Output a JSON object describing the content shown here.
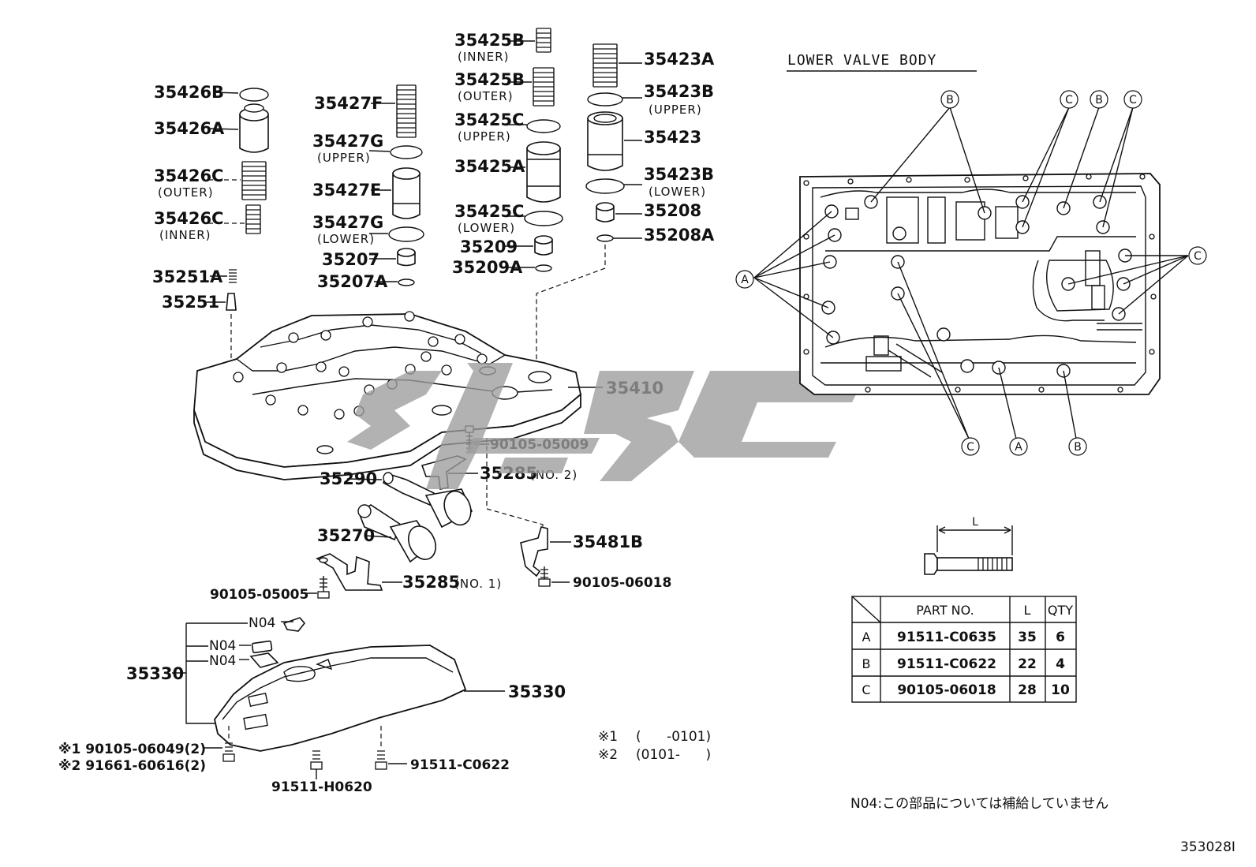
{
  "parts": {
    "p35426B": "35426B",
    "p35426A": "35426A",
    "p35426C_outer": "35426C",
    "p35426C_outer_sub": "(OUTER)",
    "p35426C_inner": "35426C",
    "p35426C_inner_sub": "(INNER)",
    "p35251A": "35251A",
    "p35251": "35251",
    "p35427F": "35427F",
    "p35427G_upper": "35427G",
    "p35427G_upper_sub": "(UPPER)",
    "p35427E": "35427E",
    "p35427G_lower": "35427G",
    "p35427G_lower_sub": "(LOWER)",
    "p35207": "35207",
    "p35207A": "35207A",
    "p35425B_inner": "35425B",
    "p35425B_inner_sub": "(INNER)",
    "p35425B_outer": "35425B",
    "p35425B_outer_sub": "(OUTER)",
    "p35425C_upper": "35425C",
    "p35425C_upper_sub": "(UPPER)",
    "p35425A": "35425A",
    "p35425C_lower": "35425C",
    "p35425C_lower_sub": "(LOWER)",
    "p35209": "35209",
    "p35209A": "35209A",
    "p35423A": "35423A",
    "p35423B_upper": "35423B",
    "p35423B_upper_sub": "(UPPER)",
    "p35423": "35423",
    "p35423B_lower": "35423B",
    "p35423B_lower_sub": "(LOWER)",
    "p35208": "35208",
    "p35208A": "35208A",
    "p35410": "35410",
    "p90105_05009": "90105-05009",
    "p35290": "35290",
    "p35285_no2": "35285",
    "p35285_no2_sub": "(NO. 2)",
    "p35270": "35270",
    "p35481B": "35481B",
    "p90105_05005": "90105-05005",
    "p35285_no1": "35285",
    "p35285_no1_sub": "(NO. 1)",
    "p90105_06018": "90105-06018",
    "n04_a": "N04",
    "n04_b": "N04",
    "n04_c": "N04",
    "p35330_left": "35330",
    "p35330_right": "35330",
    "p90105_06049": "※1 90105-06049(2)",
    "p91661_60616": "※2 91661-60616(2)",
    "p91511_H0620": "91511-H0620",
    "p91511_C0622": "91511-C0622"
  },
  "footnotes": {
    "note1_mark": "※1",
    "note1_range": "(      -0101)",
    "note2_mark": "※2",
    "note2_range": "(0101-      )"
  },
  "lower_valve_body": {
    "title": "LOWER VALVE BODY",
    "callouts": [
      "A",
      "B",
      "C"
    ],
    "dimension_label": "L"
  },
  "bolt_table": {
    "headers": [
      "PART NO.",
      "L",
      "QTY"
    ],
    "rows": [
      {
        "key": "A",
        "part_no": "91511-C0635",
        "L": "35",
        "qty": "6"
      },
      {
        "key": "B",
        "part_no": "91511-C0622",
        "L": "22",
        "qty": "4"
      },
      {
        "key": "C",
        "part_no": "90105-06018",
        "L": "28",
        "qty": "10"
      }
    ]
  },
  "n04_note": "N04:この部品については補給していません",
  "diagram_code": "353028I"
}
